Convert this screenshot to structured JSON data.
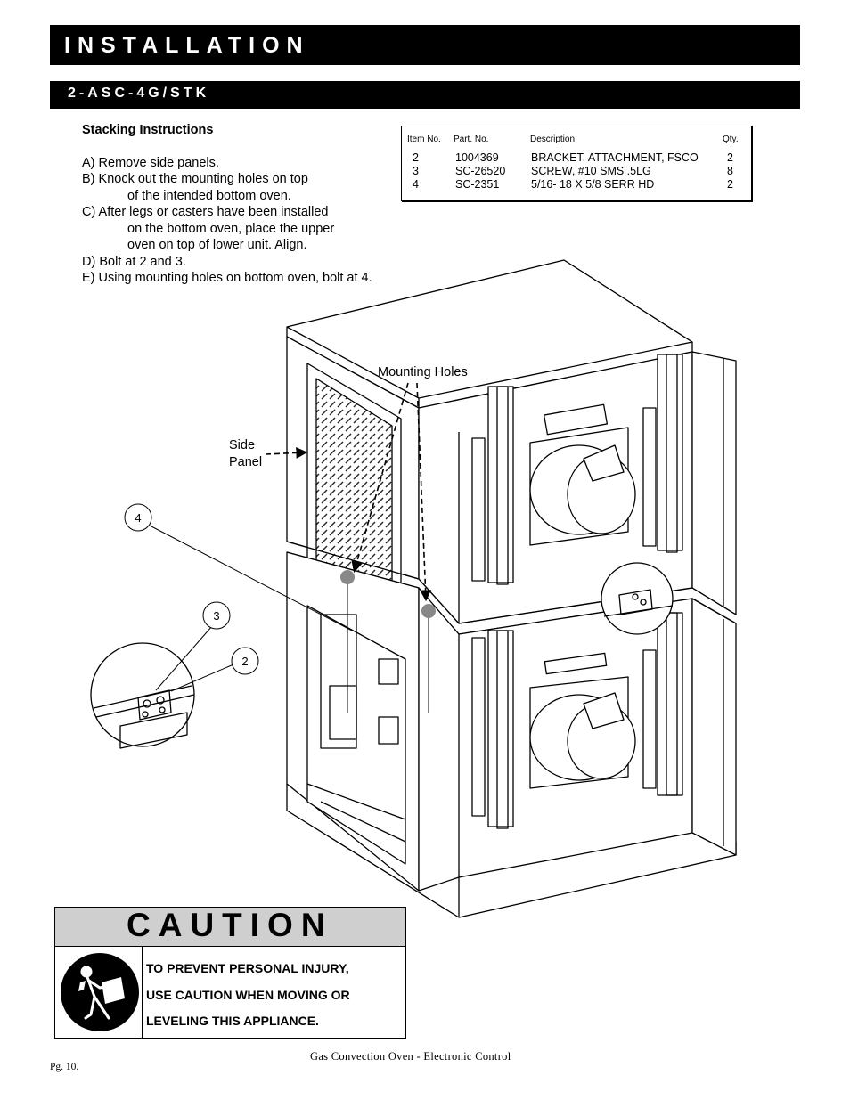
{
  "header": {
    "title": "INSTALLATION",
    "subtitle": "2-ASC-4G/STK"
  },
  "instructions": {
    "heading": "Stacking Instructions",
    "steps": [
      "A)  Remove side panels.",
      "B)  Knock out the mounting holes on top",
      "of the intended bottom oven.",
      "C)  After legs or casters have been installed",
      "on the bottom oven, place the upper",
      "oven on top of lower unit.  Align.",
      "D)  Bolt at 2 and 3.",
      "E)  Using mounting holes on bottom oven, bolt at 4."
    ]
  },
  "parts_table": {
    "headers": [
      "Item No.",
      "Part. No.",
      "Description",
      "Qty."
    ],
    "rows": [
      [
        "2",
        "1004369",
        "BRACKET, ATTACHMENT, FSCO",
        "2"
      ],
      [
        "3",
        "SC-26520",
        "SCREW, #10 SMS .5LG",
        "8"
      ],
      [
        "4",
        "SC-2351",
        "5/16- 18 X 5/8 SERR HD",
        "2"
      ]
    ]
  },
  "figure": {
    "label_mounting_holes": "Mounting Holes",
    "label_side": "Side",
    "label_panel": "Panel",
    "callouts": [
      "4",
      "3",
      "2"
    ]
  },
  "caution": {
    "title": "CAUTION",
    "lines": [
      "TO PREVENT PERSONAL INJURY,",
      "USE CAUTION WHEN MOVING OR",
      "LEVELING THIS APPLIANCE."
    ],
    "icon": "person-lifting-box-icon"
  },
  "footer": {
    "page": "Pg. 10.",
    "doc_title": "Gas Convection Oven - Electronic Control"
  }
}
